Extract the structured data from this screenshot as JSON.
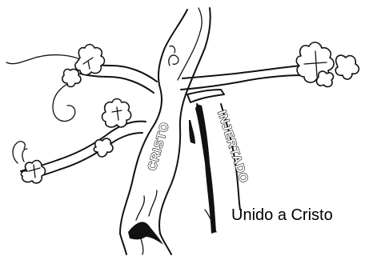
{
  "trunk_label": "CRISTO",
  "graft_label": "INJERTADO",
  "caption": "Unido a Cristo"
}
